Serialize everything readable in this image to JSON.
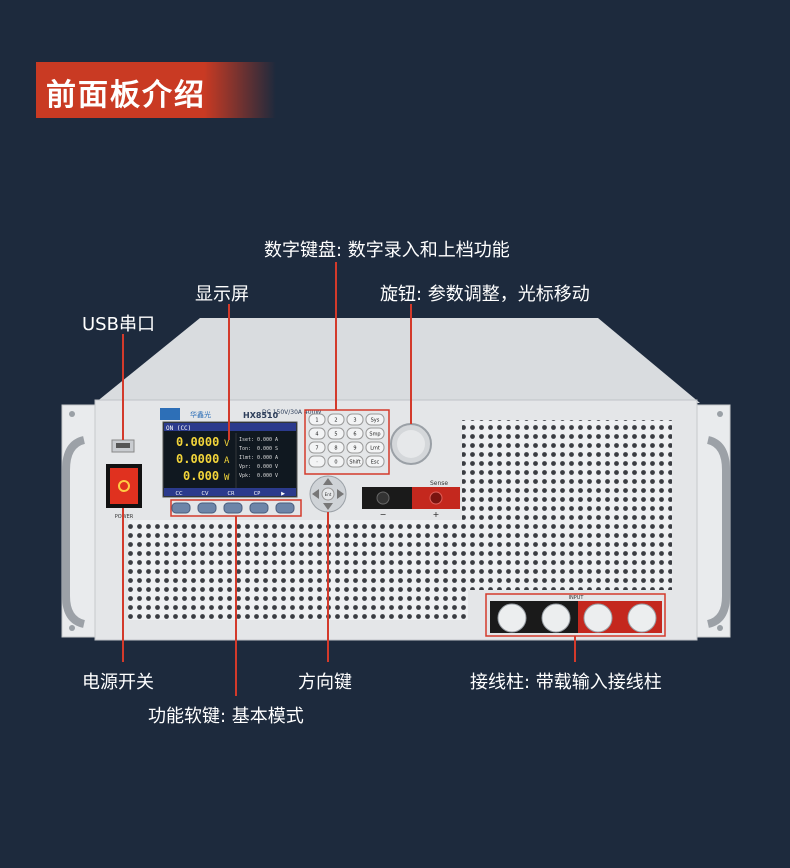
{
  "banner": {
    "title": "前面板介绍"
  },
  "labels": {
    "keypad": "数字键盘: 数字录入和上档功能",
    "display": "显示屏",
    "knob": "旋钮: 参数调整，光标移动",
    "usb": "USB串口",
    "power": "电源开关",
    "arrows": "方向键",
    "terminals": "接线柱: 带载输入接线柱",
    "softkeys": "功能软键: 基本模式"
  },
  "device": {
    "brand_cn": "华鑫光",
    "model": "HX8510",
    "spec": "DC 150V/30A 400W",
    "screen_header": "ON (CC)",
    "readouts": [
      {
        "value": "0.0000",
        "unit": "V"
      },
      {
        "value": "0.0000",
        "unit": "A"
      },
      {
        "value": "0.000",
        "unit": "W"
      }
    ],
    "side_rows": [
      {
        "name": "Iset:",
        "value": "0.000 A"
      },
      {
        "name": "Ton:",
        "value": "0.000 S"
      },
      {
        "name": "Ilmt:",
        "value": "0.000 A"
      },
      {
        "name": "Vpr:",
        "value": "0.000 V"
      },
      {
        "name": "Vpk:",
        "value": "0.000 V"
      }
    ],
    "softkey_labels": [
      "CC",
      "CV",
      "CR",
      "CP",
      "▶"
    ],
    "keypad_keys": [
      "1",
      "2",
      "3",
      "Sys",
      "4",
      "5",
      "6",
      "Smp",
      "7",
      "8",
      "9",
      "Lmt",
      "·",
      "0",
      "Shift",
      "Esc"
    ],
    "enter_label": "Ent",
    "sense_label": "Sense",
    "minus": "−",
    "plus": "+",
    "input_label": "INPUT",
    "power_label": "POWER"
  },
  "colors": {
    "accent": "#c93a23",
    "callout": "#d33a2b",
    "background": "#1d2a3d"
  }
}
